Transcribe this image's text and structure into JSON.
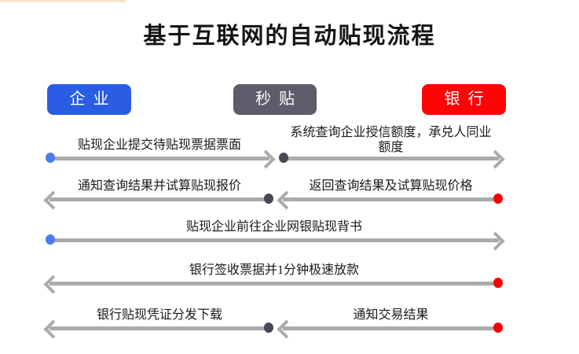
{
  "slide": {
    "title": "基于互联网的自动贴现流程",
    "top_bar_color": "#F8E3D1",
    "background_color": "#FFFFFF"
  },
  "lanes": [
    {
      "id": "enterprise",
      "label": "企业",
      "color": "#2A5CE4"
    },
    {
      "id": "miaotie",
      "label": "秒贴",
      "color": "#5C5C6B"
    },
    {
      "id": "bank",
      "label": "银行",
      "color": "#FB0505"
    }
  ],
  "flow": {
    "arrow_color": "#ABABAB",
    "steps": [
      {
        "label": "贴现企业提交待贴现票据票面",
        "from": "企业",
        "to": "秒贴",
        "direction": "right",
        "dot_color": "#4D7BF0"
      },
      {
        "label": "系统查询企业授信额度，承兑人同业额度",
        "from": "秒贴",
        "to": "银行",
        "direction": "right",
        "dot_color": "#474756"
      },
      {
        "label": "通知查询结果并试算贴现报价",
        "from": "秒贴",
        "to": "企业",
        "direction": "left",
        "dot_color": "#474756"
      },
      {
        "label": "返回查询结果及试算贴现价格",
        "from": "银行",
        "to": "秒贴",
        "direction": "left",
        "dot_color": "#F50000"
      },
      {
        "label": "贴现企业前往企业网银贴现背书",
        "from": "企业",
        "to": "银行",
        "direction": "right",
        "dot_color": "#4D7BF0"
      },
      {
        "label": "银行签收票据并1分钟极速放款",
        "from": "银行",
        "to": "企业",
        "direction": "left",
        "dot_color": "#F50000"
      },
      {
        "label": "银行贴现凭证分发下载",
        "from": "秒贴",
        "to": "企业",
        "direction": "left",
        "dot_color": "#474756"
      },
      {
        "label": "通知交易结果",
        "from": "银行",
        "to": "秒贴",
        "direction": "left",
        "dot_color": "#F50000"
      }
    ]
  }
}
